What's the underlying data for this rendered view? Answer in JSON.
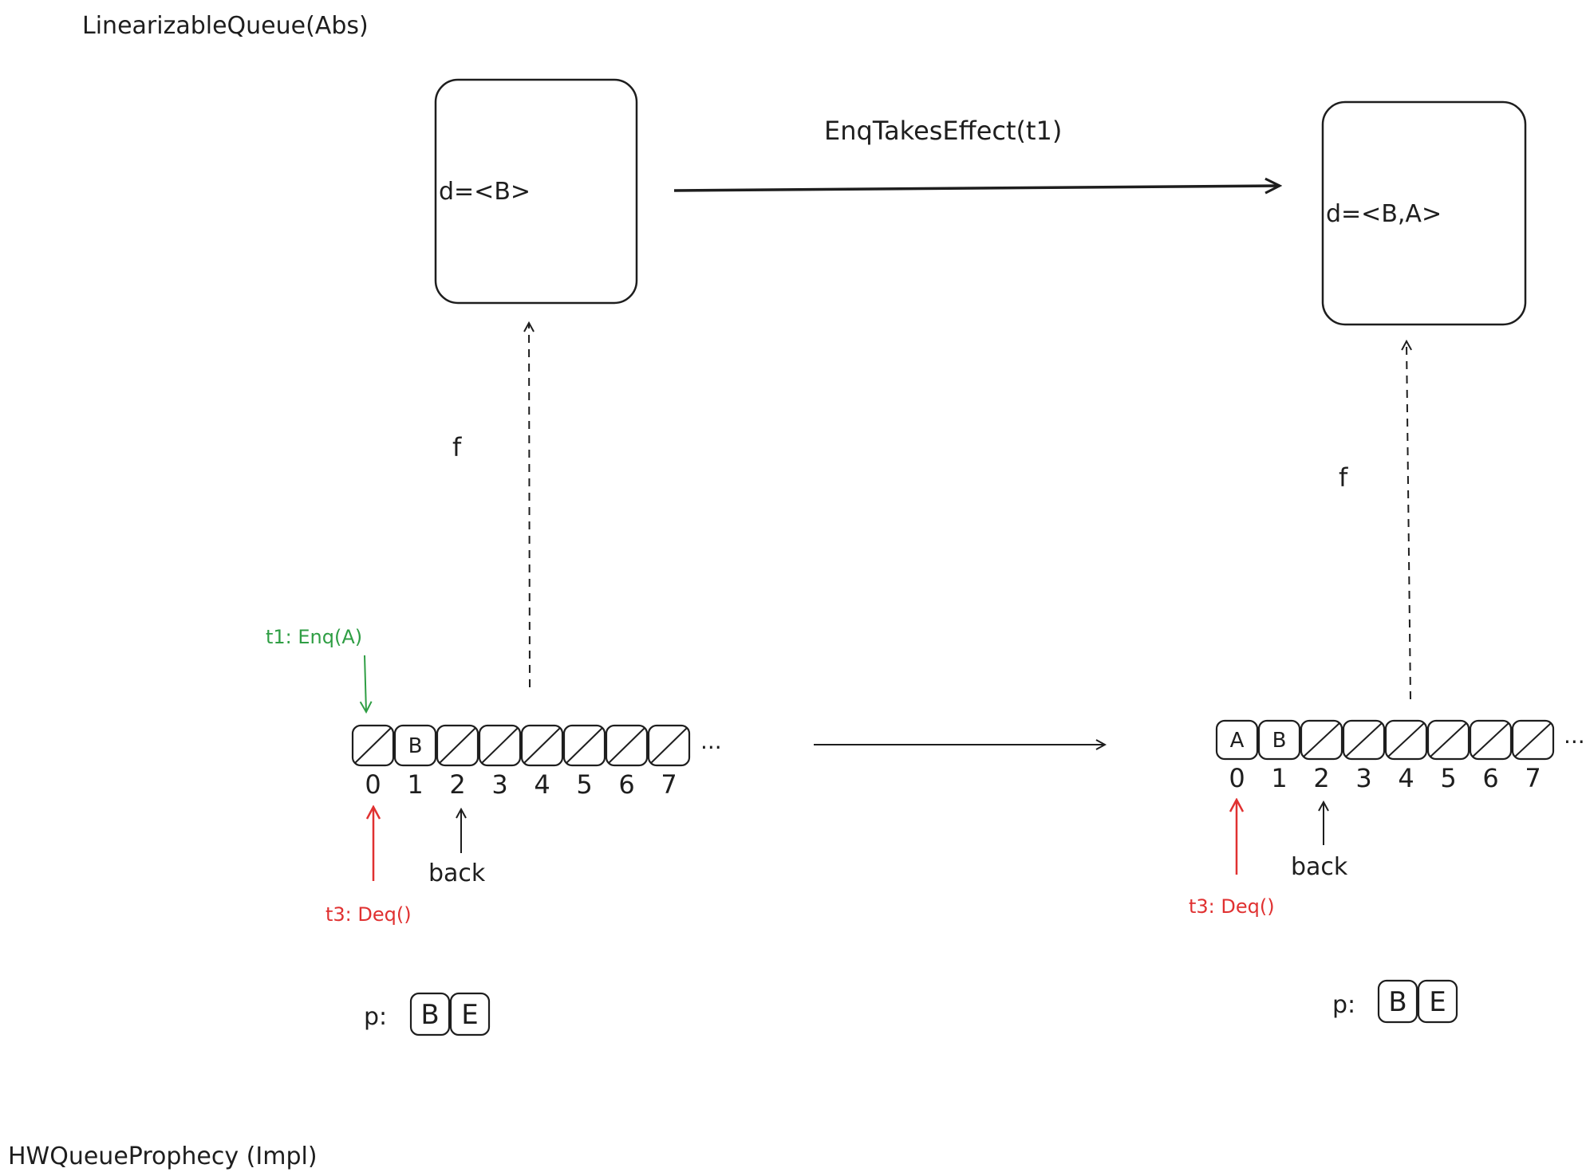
{
  "colors": {
    "ink": "#1e1e1e",
    "green": "#2f9e44",
    "red": "#e03131",
    "background": "#ffffff"
  },
  "labels": {
    "abs_title": "LinearizableQueue(Abs)",
    "impl_title": "HWQueueProphecy (Impl)",
    "transition": "EnqTakesEffect(t1)",
    "f_left": "f",
    "f_right": "f"
  },
  "states": [
    {
      "abstract": {
        "text": "d=<B>"
      },
      "array": {
        "cells": [
          "",
          "B",
          "",
          "",
          "",
          "",
          "",
          ""
        ],
        "indices": [
          "0",
          "1",
          "2",
          "3",
          "4",
          "5",
          "6",
          "7"
        ],
        "ellipsis": "...",
        "back_label": "back",
        "back_index": 2,
        "deq_label": "t3: Deq()",
        "deq_index": 0,
        "enq_label": "t1: Enq(A)",
        "enq_index": 0
      },
      "prophecy": {
        "label": "p:",
        "values": [
          "B",
          "E"
        ]
      }
    },
    {
      "abstract": {
        "text": "d=<B,A>"
      },
      "array": {
        "cells": [
          "A",
          "B",
          "",
          "",
          "",
          "",
          "",
          ""
        ],
        "indices": [
          "0",
          "1",
          "2",
          "3",
          "4",
          "5",
          "6",
          "7"
        ],
        "ellipsis": "...",
        "back_label": "back",
        "back_index": 2,
        "deq_label": "t3: Deq()",
        "deq_index": 0
      },
      "prophecy": {
        "label": "p:",
        "values": [
          "B",
          "E"
        ]
      }
    }
  ]
}
